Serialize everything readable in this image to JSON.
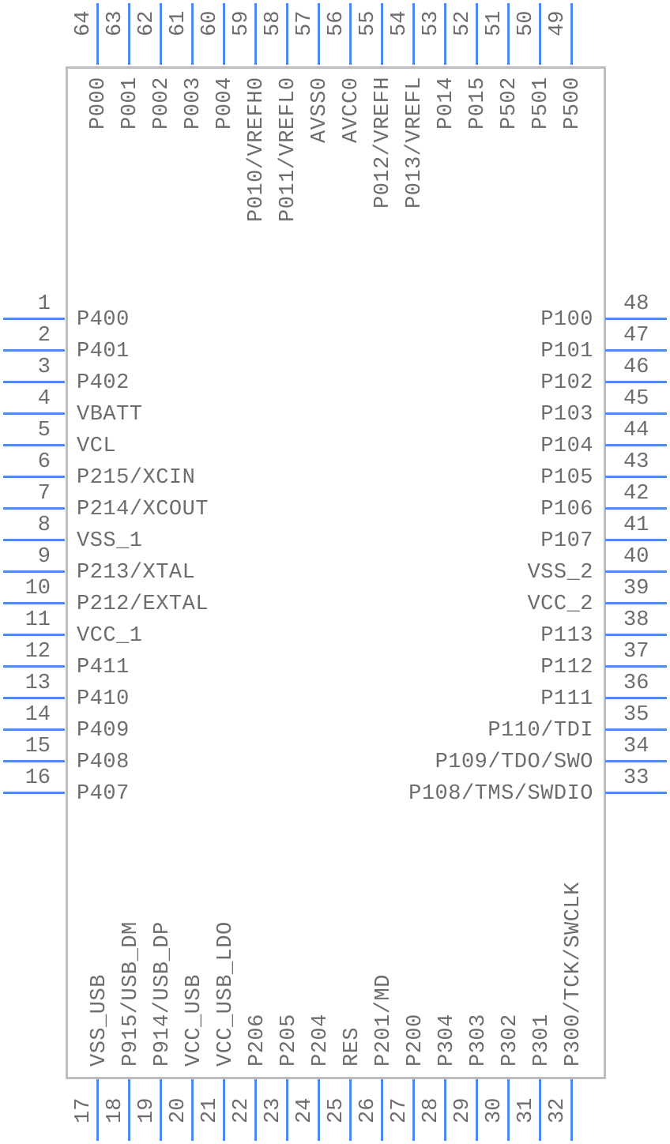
{
  "component": {
    "type": "IC symbol",
    "pin_count": 64,
    "colors": {
      "pin_line": "#4a8cf0",
      "body_outline": "#bdbdbd",
      "text": "#6d6d6d"
    }
  },
  "pins": {
    "left": [
      {
        "num": "1",
        "name": "P400"
      },
      {
        "num": "2",
        "name": "P401"
      },
      {
        "num": "3",
        "name": "P402"
      },
      {
        "num": "4",
        "name": "VBATT"
      },
      {
        "num": "5",
        "name": "VCL"
      },
      {
        "num": "6",
        "name": "P215/XCIN"
      },
      {
        "num": "7",
        "name": "P214/XCOUT"
      },
      {
        "num": "8",
        "name": "VSS_1"
      },
      {
        "num": "9",
        "name": "P213/XTAL"
      },
      {
        "num": "10",
        "name": "P212/EXTAL"
      },
      {
        "num": "11",
        "name": "VCC_1"
      },
      {
        "num": "12",
        "name": "P411"
      },
      {
        "num": "13",
        "name": "P410"
      },
      {
        "num": "14",
        "name": "P409"
      },
      {
        "num": "15",
        "name": "P408"
      },
      {
        "num": "16",
        "name": "P407"
      }
    ],
    "bottom": [
      {
        "num": "17",
        "name": "VSS_USB"
      },
      {
        "num": "18",
        "name": "P915/USB_DM"
      },
      {
        "num": "19",
        "name": "P914/USB_DP"
      },
      {
        "num": "20",
        "name": "VCC_USB"
      },
      {
        "num": "21",
        "name": "VCC_USB_LDO"
      },
      {
        "num": "22",
        "name": "P206"
      },
      {
        "num": "23",
        "name": "P205"
      },
      {
        "num": "24",
        "name": "P204"
      },
      {
        "num": "25",
        "name": "RES"
      },
      {
        "num": "26",
        "name": "P201/MD"
      },
      {
        "num": "27",
        "name": "P200"
      },
      {
        "num": "28",
        "name": "P304"
      },
      {
        "num": "29",
        "name": "P303"
      },
      {
        "num": "30",
        "name": "P302"
      },
      {
        "num": "31",
        "name": "P301"
      },
      {
        "num": "32",
        "name": "P300/TCK/SWCLK"
      }
    ],
    "right": [
      {
        "num": "48",
        "name": "P100"
      },
      {
        "num": "47",
        "name": "P101"
      },
      {
        "num": "46",
        "name": "P102"
      },
      {
        "num": "45",
        "name": "P103"
      },
      {
        "num": "44",
        "name": "P104"
      },
      {
        "num": "43",
        "name": "P105"
      },
      {
        "num": "42",
        "name": "P106"
      },
      {
        "num": "41",
        "name": "P107"
      },
      {
        "num": "40",
        "name": "VSS_2"
      },
      {
        "num": "39",
        "name": "VCC_2"
      },
      {
        "num": "38",
        "name": "P113"
      },
      {
        "num": "37",
        "name": "P112"
      },
      {
        "num": "36",
        "name": "P111"
      },
      {
        "num": "35",
        "name": "P110/TDI"
      },
      {
        "num": "34",
        "name": "P109/TDO/SWO"
      },
      {
        "num": "33",
        "name": "P108/TMS/SWDIO"
      }
    ],
    "top": [
      {
        "num": "64",
        "name": "P000"
      },
      {
        "num": "63",
        "name": "P001"
      },
      {
        "num": "62",
        "name": "P002"
      },
      {
        "num": "61",
        "name": "P003"
      },
      {
        "num": "60",
        "name": "P004"
      },
      {
        "num": "59",
        "name": "P010/VREFH0"
      },
      {
        "num": "58",
        "name": "P011/VREFL0"
      },
      {
        "num": "57",
        "name": "AVSS0"
      },
      {
        "num": "56",
        "name": "AVCC0"
      },
      {
        "num": "55",
        "name": "P012/VREFH"
      },
      {
        "num": "54",
        "name": "P013/VREFL"
      },
      {
        "num": "53",
        "name": "P014"
      },
      {
        "num": "52",
        "name": "P015"
      },
      {
        "num": "51",
        "name": "P502"
      },
      {
        "num": "50",
        "name": "P501"
      },
      {
        "num": "49",
        "name": "P500"
      }
    ]
  }
}
